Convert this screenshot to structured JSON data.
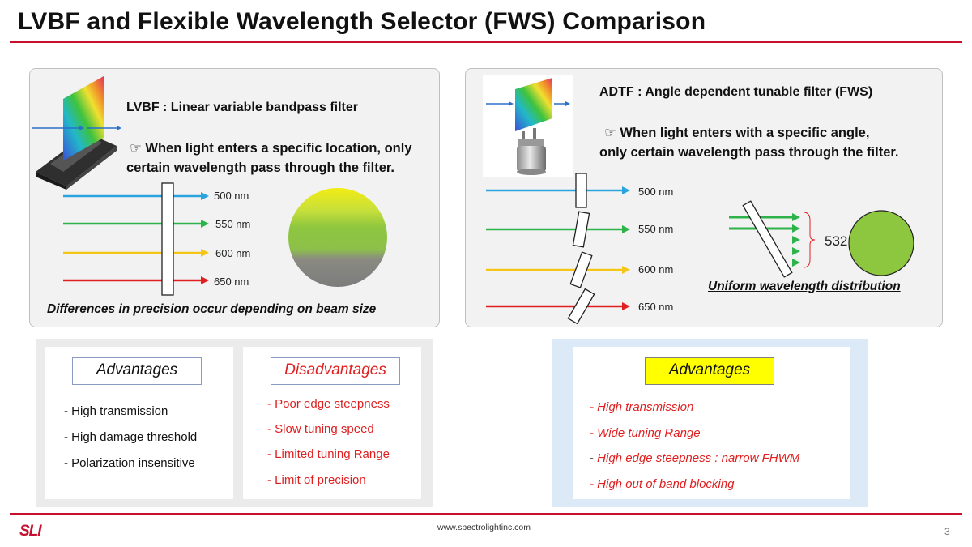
{
  "title": "LVBF and Flexible Wavelength Selector (FWS) Comparison",
  "colors": {
    "accent_red": "#c8102e",
    "blue": "#2aa4dd",
    "green": "#2db34a",
    "yellow": "#f5c518",
    "red": "#e02020",
    "spot_green": "#8dc63f",
    "highlight_yellow": "#ffff00"
  },
  "lvbf": {
    "heading": "LVBF : Linear variable bandpass filter",
    "desc_line1": "☞ When light enters a specific location, only",
    "desc_line2": "certain wavelength pass through the filter.",
    "wavelengths": [
      "500 nm",
      "550 nm",
      "600 nm",
      "650 nm"
    ],
    "caption": "Differences in precision occur depending on beam size"
  },
  "adtf": {
    "heading": "ADTF : Angle dependent tunable filter (FWS)",
    "desc_line1": "☞ When light enters with a specific angle,",
    "desc_line2": "only certain wavelength pass through the filter.",
    "wavelengths": [
      "500 nm",
      "550 nm",
      "600 nm",
      "650 nm"
    ],
    "spot_value": "532",
    "caption": "Uniform wavelength distribution"
  },
  "lvbf_advantages": {
    "label": "Advantages",
    "items": [
      "- High transmission",
      "- High damage threshold",
      "- Polarization insensitive"
    ]
  },
  "lvbf_disadvantages": {
    "label": "Disadvantages",
    "items": [
      "- Poor edge steepness",
      "- Slow tuning speed",
      "- Limited tuning Range",
      "- Limit of precision"
    ]
  },
  "fws_advantages": {
    "label": "Advantages",
    "items": [
      "- High transmission",
      "- Wide tuning Range",
      "High edge steepness : narrow FHWM",
      "- High out of band blocking"
    ],
    "item3_dash": "- "
  },
  "footer": {
    "logo": "SLI",
    "url": "www.spectrolightinc.com",
    "page": "3"
  }
}
